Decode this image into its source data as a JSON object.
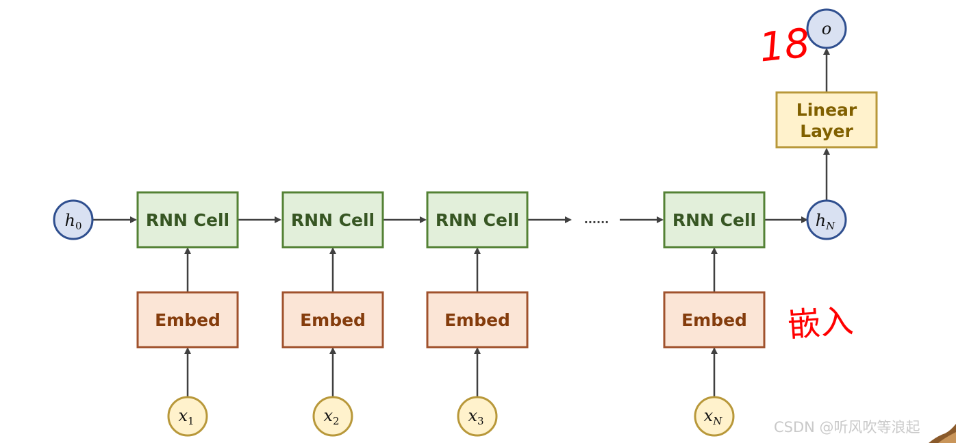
{
  "diagram": {
    "initial_state": {
      "main": "h",
      "sub": "0"
    },
    "final_state": {
      "main": "h",
      "sub": "N"
    },
    "output": {
      "main": "o"
    },
    "linear_layer": {
      "line1": "Linear",
      "line2": "Layer"
    },
    "ellipsis": "......",
    "rnn_cells": [
      "RNN Cell",
      "RNN Cell",
      "RNN Cell",
      "RNN Cell"
    ],
    "embeds": [
      "Embed",
      "Embed",
      "Embed",
      "Embed"
    ],
    "inputs": [
      {
        "main": "x",
        "sub": "1"
      },
      {
        "main": "x",
        "sub": "2"
      },
      {
        "main": "x",
        "sub": "3"
      },
      {
        "main": "x",
        "sub": "N"
      }
    ]
  },
  "annotations": {
    "handwritten_number": "18",
    "handwritten_embed": "嵌入"
  },
  "watermark": "CSDN @听风吹等浪起",
  "colors": {
    "rnn_fill": "#e2efda",
    "rnn_stroke": "#548235",
    "rnn_text": "#375623",
    "embed_fill": "#fbe5d6",
    "embed_stroke": "#a0522d",
    "embed_text": "#843c0c",
    "linear_fill": "#fff2cc",
    "linear_stroke": "#b8983a",
    "linear_text": "#806000",
    "state_fill": "#d9e1f2",
    "state_stroke": "#2f4f8f",
    "input_fill": "#fff2cc",
    "input_stroke": "#b8983a",
    "arrow": "#404040",
    "handwriting": "#ff0000"
  }
}
